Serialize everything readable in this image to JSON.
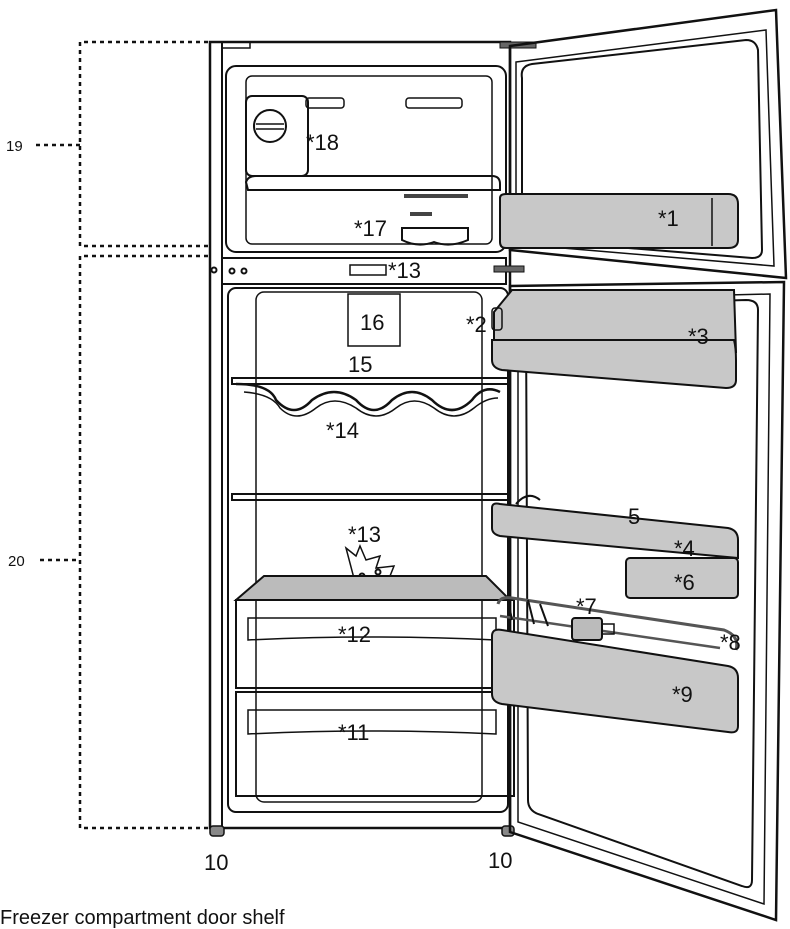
{
  "labels": {
    "l1": "*1",
    "l2": "*2",
    "l3": "*3",
    "l4": "*4",
    "l5": "5",
    "l6": "*6",
    "l7": "*7",
    "l8": "*8",
    "l9": "*9",
    "l10_left": "10",
    "l10_right": "10",
    "l11": "*11",
    "l12": "*12",
    "l13_top": "*13",
    "l13_mid": "*13",
    "l14": "*14",
    "l15": "15",
    "l16": "16",
    "l17": "*17",
    "l18": "*18",
    "l19": "19",
    "l20": "20"
  },
  "caption": "Freezer compartment door shelf"
}
